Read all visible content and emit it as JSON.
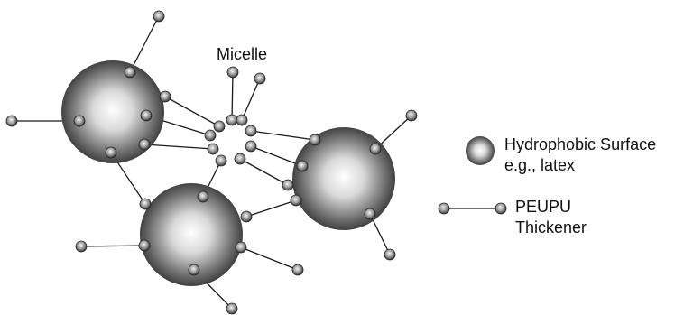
{
  "labels": {
    "micelle": "Micelle",
    "hydrophobic_line1": "Hydrophobic Surface",
    "hydrophobic_line2": "e.g., latex",
    "peupu_line1": "PEUPU",
    "peupu_line2": "Thickener"
  },
  "colors": {
    "sphere_center": "#ffffff",
    "sphere_edge": "#2e2e2e",
    "bead_center": "#f2f2f2",
    "bead_edge": "#3a3a3a",
    "stroke": "#1a1a1a",
    "text": "#111111"
  }
}
